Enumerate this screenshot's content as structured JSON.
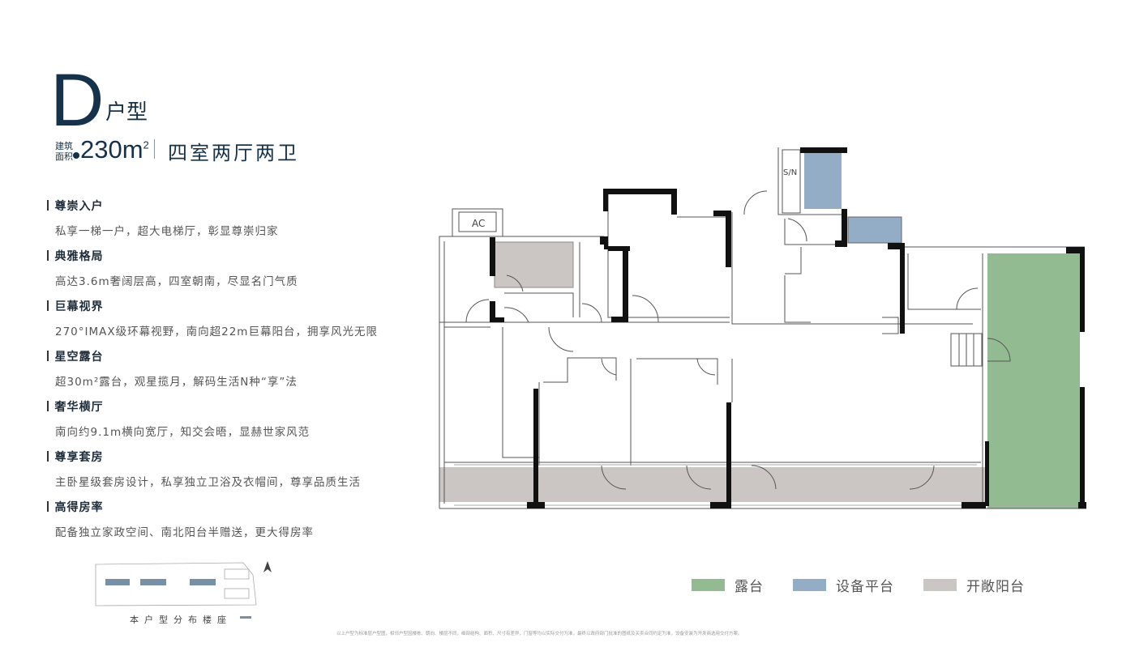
{
  "header": {
    "type_letter": "D",
    "type_suffix": "户型",
    "area_label": "建筑面积",
    "area_value": "230m",
    "area_unit_sup": "2",
    "layout": "四室两厅两卫"
  },
  "features": [
    {
      "title": "尊崇入户",
      "desc": "私享一梯一户，超大电梯厅，彰显尊崇归家"
    },
    {
      "title": "典雅格局",
      "desc": "高达3.6m奢阔层高，四室朝南，尽显名门气质"
    },
    {
      "title": "巨幕视界",
      "desc": "270°IMAX级环幕视野，南向超22m巨幕阳台，拥享风光无限"
    },
    {
      "title": "星空露台",
      "desc": "超30m²露台，观星揽月，解码生活N种“享”法"
    },
    {
      "title": "奢华横厅",
      "desc": "南向约9.1m横向宽厅，知交会晤，显赫世家风范"
    },
    {
      "title": "尊享套房",
      "desc": "主卧星级套房设计，私享独立卫浴及衣帽间，尊享品质生活"
    },
    {
      "title": "高得房率",
      "desc": "配备独立家政空间、南北阳台半赠送，更大得房率"
    }
  ],
  "siteplan": {
    "caption": "本户型分布楼座",
    "north_icon": "north-arrow-icon"
  },
  "floorplan": {
    "ac_label": "AC",
    "sn_label": "S/N"
  },
  "legend": [
    {
      "label": "露台",
      "color": "#93bb92"
    },
    {
      "label": "设备平台",
      "color": "#94adc6"
    },
    {
      "label": "开敞阳台",
      "color": "#cbc6c4"
    }
  ],
  "disclaimer": "以上户型为标准层户型图，相邻户型因楼栋、朝向、楼层不同，细部结构、面积、尺寸有差异，门窗等均以实际交付为准，最终以政府部门批准的图纸及买卖合同约定为准，设备安装为开发商选用交付方案。"
}
